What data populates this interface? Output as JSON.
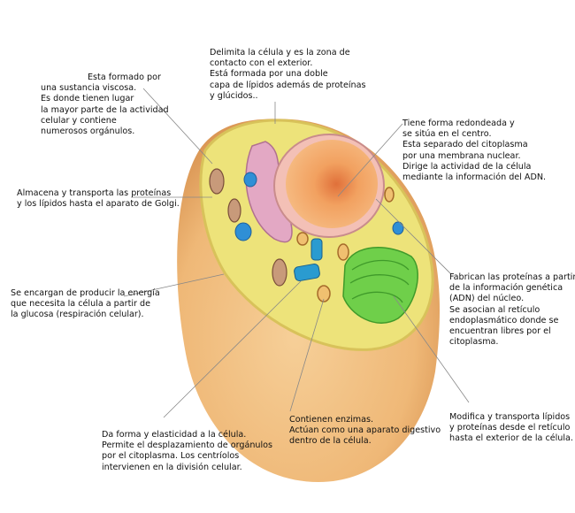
{
  "colors": {
    "cell_body": "#efb877",
    "cytoplasm": "#ede37a",
    "nucleus": "#f0a25a",
    "golgi": "#6fcf4a",
    "er": "#e3a8c4",
    "vesicle": "#2f8fd6",
    "text": "#111111"
  },
  "annotations": {
    "membrane": [
      "Delimita la célula y es la zona de",
      "contacto con el exterior.",
      "Está formada por una doble",
      "capa de lípidos además de proteínas",
      "y glúcidos.."
    ],
    "cytoplasm": [
      "Esta formado por",
      "una sustancia viscosa.",
      "Es donde tienen lugar",
      "la mayor parte de la actividad",
      "celular y contiene",
      "numerosos orgánulos."
    ],
    "nucleus": [
      "Tiene forma redondeada y",
      "se sitúa en el centro.",
      "Esta separado del citoplasma",
      "por una membrana nuclear.",
      "Dirige la actividad de la célula",
      "mediante la información del ADN."
    ],
    "rough_er": [
      "Almacena y transporta las proteínas",
      "y los lípidos hasta el aparato de Golgi."
    ],
    "mitochondria": [
      "Se encargan de producir la energía",
      "que necesita la célula a partir de",
      "la glucosa (respiración celular)."
    ],
    "ribosomes": [
      "Fabrican las proteínas a partir",
      "de la información genética",
      "(ADN) del núcleo.",
      "Se asocian al retículo",
      "endoplasmático donde se",
      "encuentran libres por el",
      "citoplasma."
    ],
    "cytoskeleton": [
      "Da forma y elasticidad a la célula.",
      "Permite el desplazamiento de orgánulos",
      "por el citoplasma. Los centríolos",
      "intervienen en la división celular."
    ],
    "lysosomes": [
      "Contienen enzimas.",
      "Actúan como una aparato digestivo",
      "dentro de la célula."
    ],
    "golgi": [
      "Modifica y transporta lípidos",
      "y proteínas desde el retículo",
      "hasta el exterior de la célula."
    ]
  }
}
